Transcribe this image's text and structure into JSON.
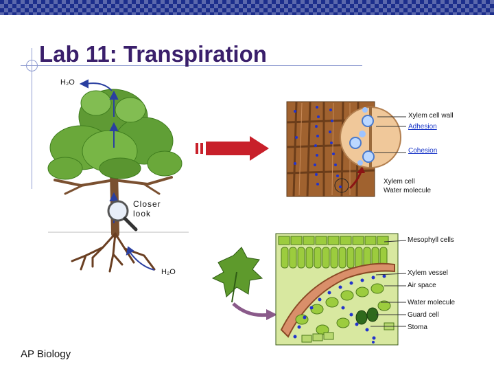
{
  "slide": {
    "title": "Lab 11: Transpiration",
    "footer": "AP Biology"
  },
  "tree": {
    "h2o_top": "H₂O",
    "h2o_bottom": "H₂O",
    "closer_look_line1": "Closer",
    "closer_look_line2": "look"
  },
  "xylem_panel": {
    "labels": [
      "Xylem cell wall",
      "Adhesion",
      "Cohesion",
      "Xylem cell",
      "Water molecule"
    ]
  },
  "leaf_panel": {
    "labels": [
      "Mesophyll cells",
      "Xylem vessel",
      "Air space",
      "Water molecule",
      "Guard cell",
      "Stoma"
    ]
  },
  "colors": {
    "topbar": "#1c2e8c",
    "title": "#3a1f6b",
    "arrow": "#c8202a",
    "water": "#2233cc",
    "leaf_green": "#6fae2a",
    "xylem_brown": "#9c5a2c"
  }
}
